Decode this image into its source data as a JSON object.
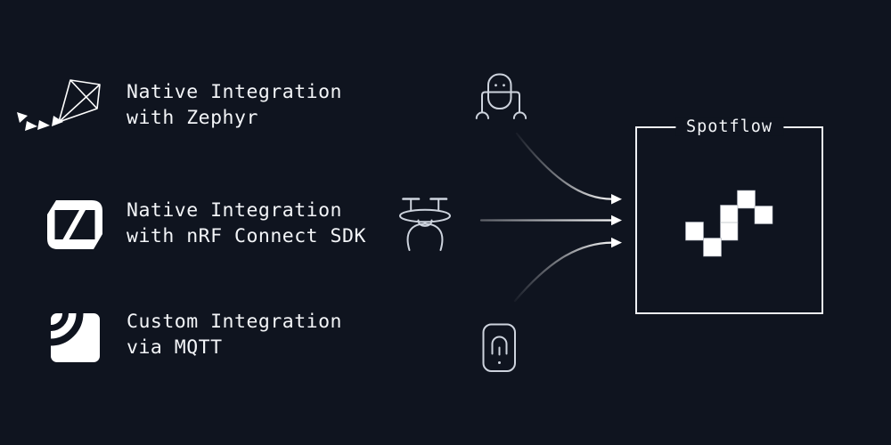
{
  "canvas": {
    "bg": "#0f141f",
    "text_color": "#f3f5f8",
    "icon_stroke": "#cdd3dd",
    "arrow_color": "#ffffff",
    "box_border": "#eef0f4"
  },
  "rows": [
    {
      "icon": "zephyr-kite-icon",
      "line1": "Native Integration",
      "line2": "with Zephyr"
    },
    {
      "icon": "nordic-n-icon",
      "line1": "Native Integration",
      "line2": "with nRF Connect SDK"
    },
    {
      "icon": "mqtt-icon",
      "line1": "Custom Integration",
      "line2": "via MQTT"
    }
  ],
  "devices": [
    {
      "name": "robot"
    },
    {
      "name": "drone"
    },
    {
      "name": "smart-doorbell"
    }
  ],
  "target": {
    "label": "Spotflow",
    "logo": "spotflow-pixel-logo"
  }
}
